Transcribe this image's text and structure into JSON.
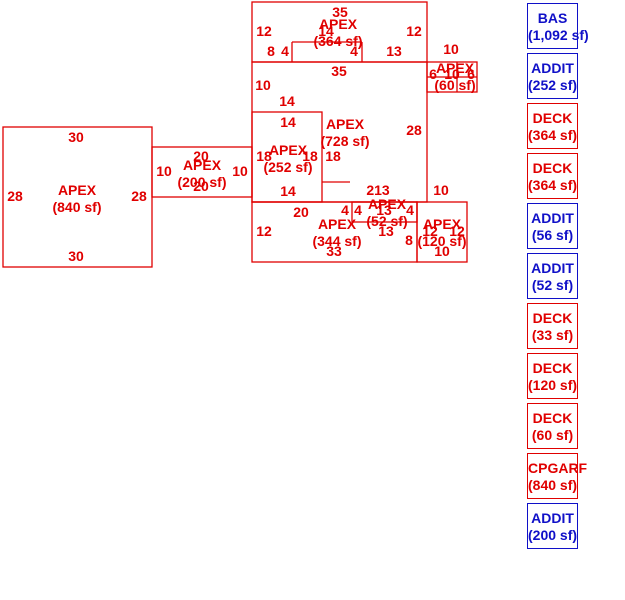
{
  "colors": {
    "primary": "#e00000",
    "secondary": "#1010c8"
  },
  "areas": [
    {
      "id": "apex-840",
      "name": "APEX",
      "area": "(840 sf)",
      "dims": [
        "30",
        "28",
        "30",
        "28"
      ]
    },
    {
      "id": "apex-200",
      "name": "APEX",
      "area": "(200 sf)",
      "dims": [
        "20",
        "10",
        "20",
        "10"
      ]
    },
    {
      "id": "apex-364",
      "name": "APEX",
      "area": "(364 sf)",
      "dims": [
        "35",
        "12",
        "12",
        "8",
        "4",
        "14",
        "4",
        "13"
      ]
    },
    {
      "id": "apex-60",
      "name": "APEX",
      "area": "(60 sf)",
      "dims": [
        "10",
        "6",
        "10",
        "6"
      ]
    },
    {
      "id": "apex-728",
      "name": "APEX",
      "area": "(728 sf)",
      "dims": [
        "35",
        "10",
        "14",
        "28",
        "10",
        "213"
      ]
    },
    {
      "id": "apex-252",
      "name": "APEX",
      "area": "(252 sf)",
      "dims": [
        "14",
        "18",
        "18",
        "18",
        "14"
      ]
    },
    {
      "id": "apex-344",
      "name": "APEX",
      "area": "(344 sf)",
      "dims": [
        "20",
        "4",
        "12",
        "33",
        "8"
      ]
    },
    {
      "id": "apex-52",
      "name": "APEX",
      "area": "(52 sf)",
      "dims": [
        "4",
        "13",
        "4",
        "13"
      ]
    },
    {
      "id": "apex-120",
      "name": "APEX",
      "area": "(120 sf)",
      "dims": [
        "12",
        "12",
        "10"
      ]
    }
  ],
  "legend": [
    {
      "name": "BAS",
      "area": "(1,092 sf)",
      "color": "#1010c8"
    },
    {
      "name": "ADDIT",
      "area": "(252 sf)",
      "color": "#1010c8"
    },
    {
      "name": "DECK",
      "area": "(364 sf)",
      "color": "#e00000"
    },
    {
      "name": "DECK",
      "area": "(364 sf)",
      "color": "#e00000"
    },
    {
      "name": "ADDIT",
      "area": "(56 sf)",
      "color": "#1010c8"
    },
    {
      "name": "ADDIT",
      "area": "(52 sf)",
      "color": "#1010c8"
    },
    {
      "name": "DECK",
      "area": "(33 sf)",
      "color": "#e00000"
    },
    {
      "name": "DECK",
      "area": "(120 sf)",
      "color": "#e00000"
    },
    {
      "name": "DECK",
      "area": "(60 sf)",
      "color": "#e00000"
    },
    {
      "name": "CPGARF",
      "area": "(840 sf)",
      "color": "#e00000"
    },
    {
      "name": "ADDIT",
      "area": "(200 sf)",
      "color": "#1010c8"
    }
  ]
}
